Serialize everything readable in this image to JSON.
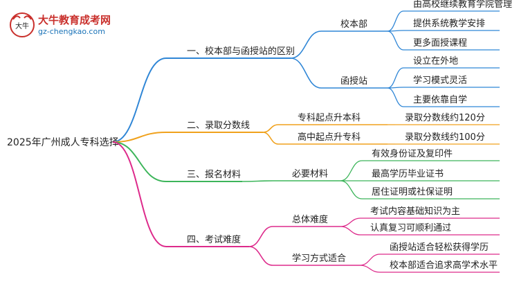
{
  "logo": {
    "name": "大牛教育成考网",
    "url": "gz-chengkao.com",
    "mark_text": "大牛"
  },
  "root": "2025年广州成人专科选择",
  "branches": [
    {
      "label": "一、校本部与函授站的区别",
      "color": "#2f86d6",
      "children": [
        {
          "label": "校本部",
          "children": [
            "由高校继续教育学院管理",
            "提供系统教学安排",
            "更多面授课程"
          ]
        },
        {
          "label": "函授站",
          "children": [
            "设立在外地",
            "学习模式灵活",
            "主要依靠自学"
          ]
        }
      ]
    },
    {
      "label": "二、录取分数线",
      "color": "#f0a11c",
      "children": [
        {
          "label": "专科起点升本科",
          "children": [
            "录取分数线约120分"
          ]
        },
        {
          "label": "高中起点升专科",
          "children": [
            "录取分数线约100分"
          ]
        }
      ]
    },
    {
      "label": "三、报名材料",
      "color": "#3cb55a",
      "children": [
        {
          "label": "必要材料",
          "children": [
            "有效身份证及复印件",
            "最高学历毕业证书",
            "居住证明或社保证明"
          ]
        }
      ]
    },
    {
      "label": "四、考试难度",
      "color": "#dd2a8b",
      "children": [
        {
          "label": "总体难度",
          "children": [
            "考试内容基础知识为主",
            "认真复习可顺利通过"
          ]
        },
        {
          "label": "学习方式适合",
          "children": [
            "函授站适合轻松获得学历",
            "校本部适合追求高学术水平"
          ]
        }
      ]
    }
  ]
}
